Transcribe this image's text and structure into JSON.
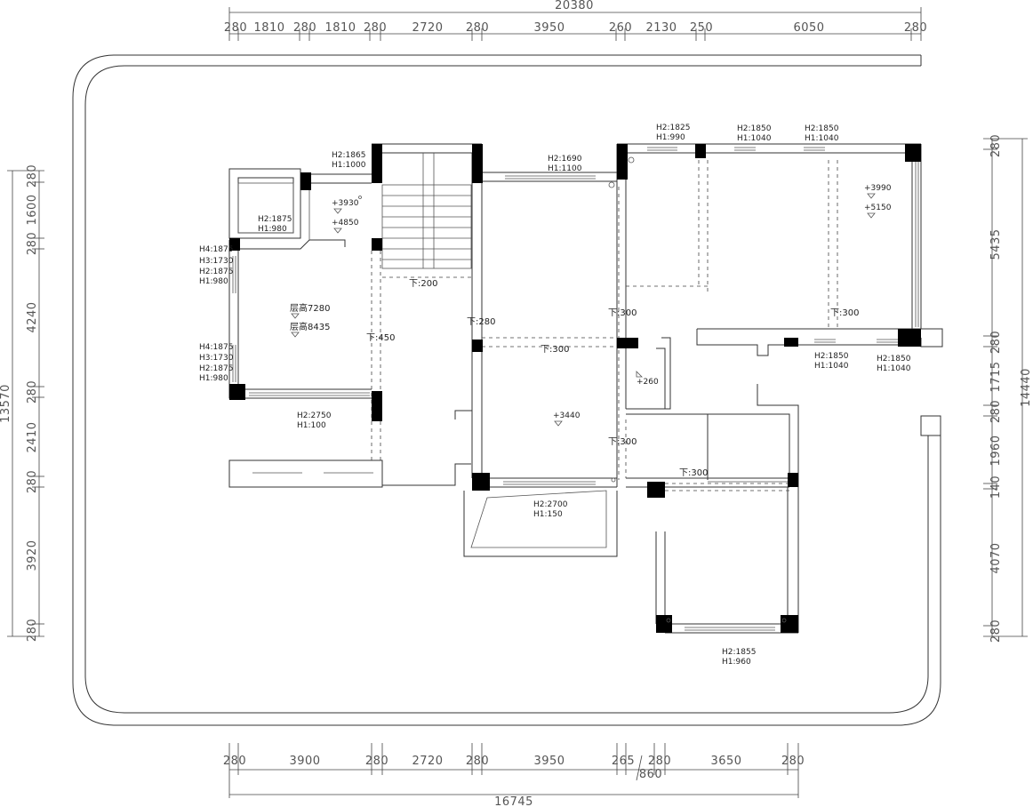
{
  "dimensions": {
    "top_total": "20380",
    "top_segments": [
      "280",
      "1810",
      "280",
      "1810",
      "280",
      "2720",
      "280",
      "3950",
      "260",
      "2130",
      "250",
      "6050",
      "280"
    ],
    "bottom_total": "16745",
    "bottom_segments": [
      "280",
      "3900",
      "280",
      "2720",
      "280",
      "3950",
      "265",
      "280",
      "3650",
      "280"
    ],
    "bottom_sub": "860",
    "left_total": "13570",
    "left_segments": [
      "280",
      "1600",
      "280",
      "4240",
      "280",
      "2410",
      "280",
      "3920",
      "280"
    ],
    "right_total": "14440",
    "right_segments": [
      "280",
      "5435",
      "280",
      "1715",
      "280",
      "1960",
      "140",
      "4070",
      "280"
    ]
  },
  "labels": {
    "window_top_left_a": "H2:1865",
    "window_top_left_b": "H1:1000",
    "elev_3930": "+3930",
    "elev_4850": "+4850",
    "win_1875_a": "H2:1875",
    "win_1875_b": "H1:980",
    "h4_1": "H4:1875",
    "h3_1": "H3:1730",
    "h2_1": "H2:1875",
    "h1_1": "H1:980",
    "h4_2": "H4:1875",
    "h3_2": "H3:1730",
    "h2_2": "H2:1875",
    "h1_2": "H1:980",
    "floor_h1": "层高7280",
    "floor_h2": "层高8435",
    "step_450": "下:450",
    "win_2750_a": "H2:2750",
    "win_2750_b": "H1:100",
    "step_200": "下:200",
    "step_280": "下:280",
    "win_1690_a": "H2:1690",
    "win_1690_b": "H1:1100",
    "step_300_a": "下:300",
    "step_300_b": "下:300",
    "step_300_c": "下:300",
    "step_300_d": "下:300",
    "step_300_e": "下:300",
    "win_1825_a": "H2:1825",
    "win_1825_b": "H1:990",
    "win_1850_a1": "H2:1850",
    "win_1850_b1": "H1:1040",
    "win_1850_a2": "H2:1850",
    "win_1850_b2": "H1:1040",
    "win_1850_a3": "H2:1850",
    "win_1850_b3": "H1:1040",
    "win_1850_a4": "H2:1850",
    "win_1850_b4": "H1:1040",
    "elev_3990": "+3990",
    "elev_5150": "+5150",
    "elev_260": "+260",
    "elev_3440": "+3440",
    "win_2700_a": "H2:2700",
    "win_2700_b": "H1:150",
    "win_1855_a": "H2:1855",
    "win_1855_b": "H1:960"
  }
}
